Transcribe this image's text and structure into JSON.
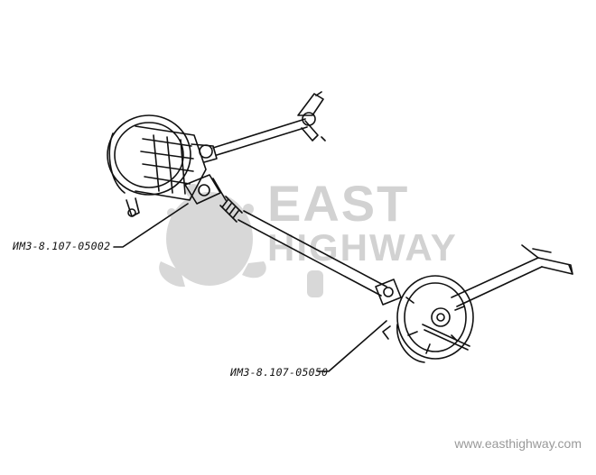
{
  "labels": {
    "part_upper": "ИМЗ-8.107-05002",
    "part_lower": "ИМЗ-8.107-05050"
  },
  "watermark": {
    "line1": "EAST",
    "line2": "HIGHWAY",
    "website": "www.easthighway.com"
  },
  "colors": {
    "ink": "#111111",
    "watermark": "#d2d2d2",
    "website": "#999999"
  }
}
